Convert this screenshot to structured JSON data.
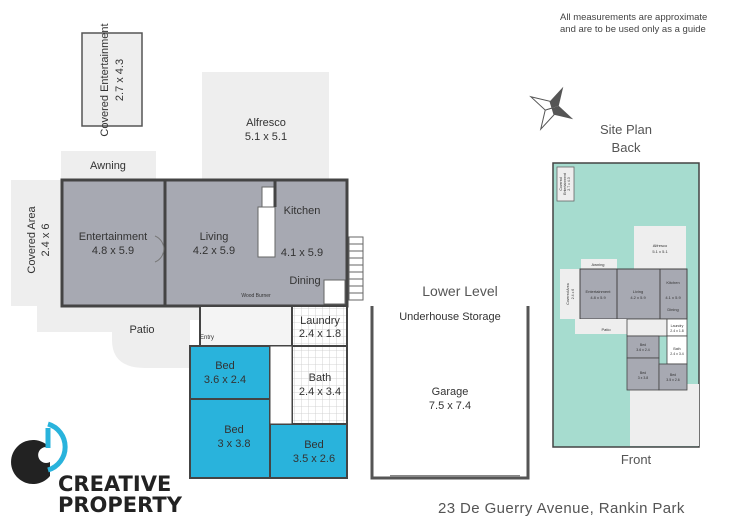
{
  "disclaimer": [
    "All measurements are approximate",
    "and are to be used only as a guide"
  ],
  "rooms": {
    "covered_entertainment": {
      "name": "Covered Entertainment",
      "dims": "2.7 x 4.3"
    },
    "alfresco": {
      "name": "Alfresco",
      "dims": "5.1 x 5.1"
    },
    "awning": {
      "name": "Awning"
    },
    "covered_area": {
      "name": "Covered Area",
      "dims": "2.4 x 6"
    },
    "entertainment": {
      "name": "Entertainment",
      "dims": "4.8 x 5.9"
    },
    "living": {
      "name": "Living",
      "dims": "4.2 x 5.9"
    },
    "kitchen": {
      "name": "Kitchen",
      "dims": "4.1 x 5.9"
    },
    "dining": {
      "name": "Dining"
    },
    "wood_burner": {
      "name": "Wood Burner"
    },
    "patio": {
      "name": "Patio"
    },
    "entry": {
      "name": "Entry"
    },
    "laundry": {
      "name": "Laundry",
      "dims": "2.4 x 1.8"
    },
    "bath": {
      "name": "Bath",
      "dims": "2.4 x 3.4"
    },
    "bed1": {
      "name": "Bed",
      "dims": "3.6 x 2.4"
    },
    "bed2": {
      "name": "Bed",
      "dims": "3 x 3.8"
    },
    "bed3": {
      "name": "Bed",
      "dims": "3.5 x 2.6"
    }
  },
  "lower_level": {
    "title": "Lower Level",
    "underhouse": "Underhouse Storage",
    "garage": {
      "name": "Garage",
      "dims": "7.5 x 7.4"
    }
  },
  "site_plan": {
    "title": [
      "Site Plan",
      "Back"
    ],
    "front": "Front",
    "mini": {
      "covered_ent": [
        "Covered",
        "Entertainment",
        "2.7 x 4.3"
      ],
      "alfresco": [
        "Alfresco",
        "5.1 x 5.1"
      ],
      "awning": "Awning",
      "covered_area": [
        "Covered Area",
        "2.4 x 6"
      ],
      "entertainment": [
        "Entertainment",
        "4.8 x 5.9"
      ],
      "living": [
        "Living",
        "4.2 x 5.9"
      ],
      "kitchen": [
        "Kitchen",
        "4.1 x 5.9"
      ],
      "dining": "Dining",
      "patio": "Patio",
      "laundry": [
        "Laundry",
        "2.4 x 1.8"
      ],
      "bath": [
        "Bath",
        "2.4 x 3.4"
      ],
      "bed1": [
        "Bed",
        "3.6 x 2.4"
      ],
      "bed2": [
        "Bed",
        "3 x 3.8"
      ],
      "bed3": [
        "Bed",
        "3.5 x 2.6"
      ]
    }
  },
  "address": "23 De Guerry Avenue, Rankin Park",
  "brand": {
    "line1": "CREATIVE",
    "line2": "PROPERTY"
  },
  "colors": {
    "room_gray": "#a7a9b2",
    "bed_blue": "#29b3dc",
    "outdoor_gray": "#eeeeee",
    "site_green": "#a6dccf",
    "wall": "#444444"
  },
  "icons": [
    "compass-icon",
    "stairs-icon",
    "door-swing-icon",
    "creative-property-logo"
  ]
}
